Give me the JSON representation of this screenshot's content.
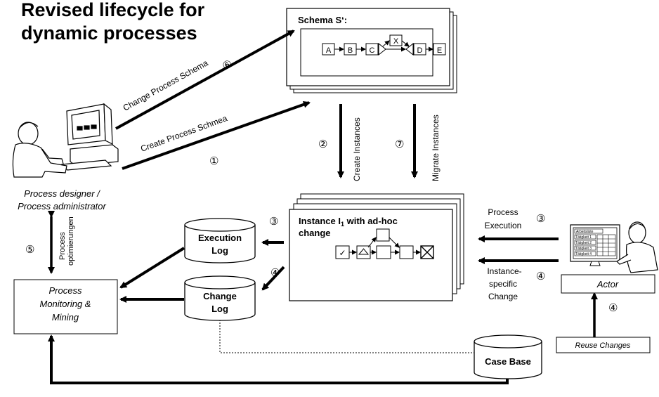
{
  "title": {
    "line1": "Revised lifecycle for",
    "line2": "dynamic processes"
  },
  "schema_box": {
    "title": "Schema S‘:",
    "nodes": [
      "A",
      "B",
      "C",
      "X",
      "D",
      "E"
    ]
  },
  "instance_box": {
    "title_prefix": "Instance I",
    "title_sub": "1",
    "title_suffix": " with ad-hoc",
    "title_line2": "change",
    "node_symbols": [
      "✓",
      "△",
      "",
      "",
      "",
      "☒"
    ]
  },
  "arrows": {
    "change_schema": "Change Process Schema",
    "create_schema": "Create Process Schmea",
    "create_instances": "Create Instances",
    "migrate_instances": "Migrate Instances",
    "process_execution_line1": "Process",
    "process_execution_line2": "Execution",
    "instance_change_line1": "Instance-",
    "instance_change_line2": "specific",
    "instance_change_line3": "Change",
    "optimierungen_line1": "Process",
    "optimierungen_line2": "optimierungen"
  },
  "step_markers": {
    "s1": "①",
    "s2": "②",
    "s3a": "③",
    "s3b": "③",
    "s4a": "④",
    "s4b": "④",
    "s4c": "④",
    "s5": "⑤",
    "s6": "⑥",
    "s7": "⑦"
  },
  "designer": {
    "line1": "Process designer /",
    "line2": "Process administrator"
  },
  "execution_log": {
    "line1": "Execution",
    "line2": "Log"
  },
  "change_log": {
    "line1": "Change",
    "line2": "Log"
  },
  "case_base": {
    "label": "Case Base"
  },
  "monitoring": {
    "line1": "Process",
    "line2": "Monitoring &",
    "line3": "Mining"
  },
  "actor": {
    "label": "Actor"
  },
  "reuse_changes": {
    "label": "Reuse Changes"
  },
  "worklist": {
    "header": "Arbeitsliste",
    "rows": [
      "Tätigkeit 1",
      "Tätigkeit 2",
      "Tätigkeit 3",
      "Tätigkeit 4"
    ]
  }
}
